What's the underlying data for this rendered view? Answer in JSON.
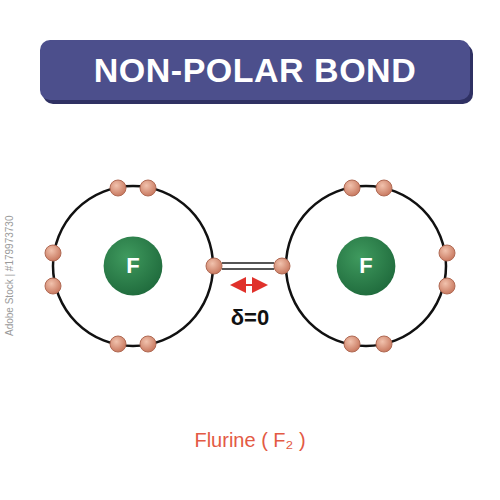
{
  "diagram": {
    "title": "NON-POLAR BOND",
    "caption": "Flurine ( F₂ )",
    "nodes": [
      {
        "text": [
          "F"
        ]
      },
      {
        "text": [
          "F"
        ]
      }
    ],
    "labels": [
      "δ=0",
      "Adobe Stock | #179973730"
    ]
  }
}
